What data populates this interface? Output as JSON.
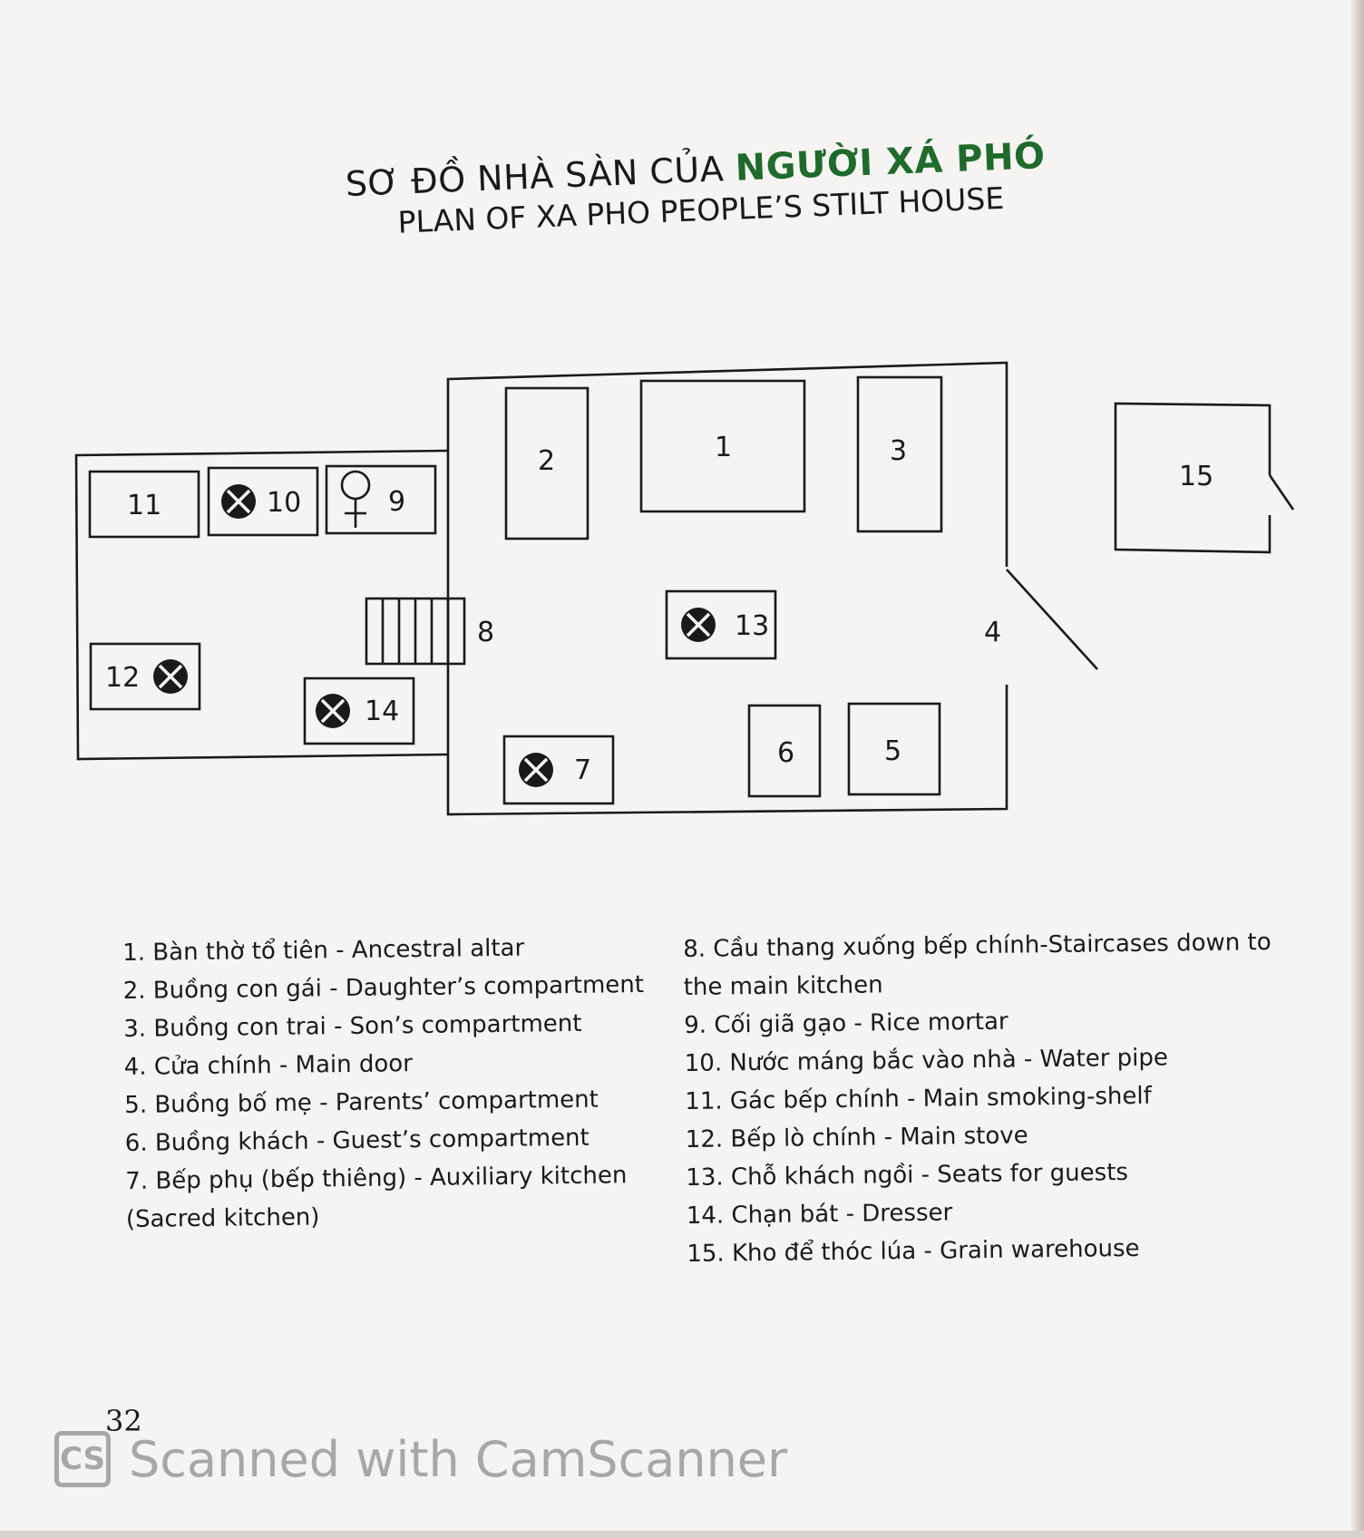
{
  "title": {
    "vi_plain": "SƠ ĐỒ NHÀ SÀN CỦA",
    "vi_accent": "NGƯỜI XÁ PHÓ",
    "en": "PLAN OF XA PHO PEOPLE’S STILT HOUSE"
  },
  "plan_labels": {
    "n1": "1",
    "n2": "2",
    "n3": "3",
    "n4": "4",
    "n5": "5",
    "n6": "6",
    "n7": "7",
    "n8": "8",
    "n9": "9",
    "n10": "10",
    "n11": "11",
    "n12": "12",
    "n13": "13",
    "n14": "14",
    "n15": "15"
  },
  "legend_left": [
    "1. Bàn thờ tổ tiên - Ancestral altar",
    "2. Buồng con gái - Daughter’s compartment",
    "3. Buồng con trai - Son’s compartment",
    "4. Cửa chính - Main door",
    "5. Buồng bố mẹ - Parents’ compartment",
    "6. Buồng khách - Guest’s compartment",
    "7. Bếp phụ (bếp thiêng) - Auxiliary kitchen (Sacred kitchen)"
  ],
  "legend_right": [
    "8. Cầu thang xuống bếp chính-Staircases down to the main kitchen",
    "9. Cối giã gạo - Rice mortar",
    "10. Nước máng bắc vào nhà - Water pipe",
    "11. Gác bếp chính - Main smoking-shelf",
    "12. Bếp lò chính - Main stove",
    "13. Chỗ khách ngồi - Seats for guests",
    "14. Chạn bát - Dresser",
    "15. Kho để thóc lúa - Grain warehouse"
  ],
  "page_number": "32",
  "watermark": {
    "logo": "CS",
    "text": "Scanned with CamScanner"
  },
  "colors": {
    "accent_green": "#1f6b2c",
    "ink": "#1a1a1a",
    "watermark_gray": "#9a9a9a"
  }
}
